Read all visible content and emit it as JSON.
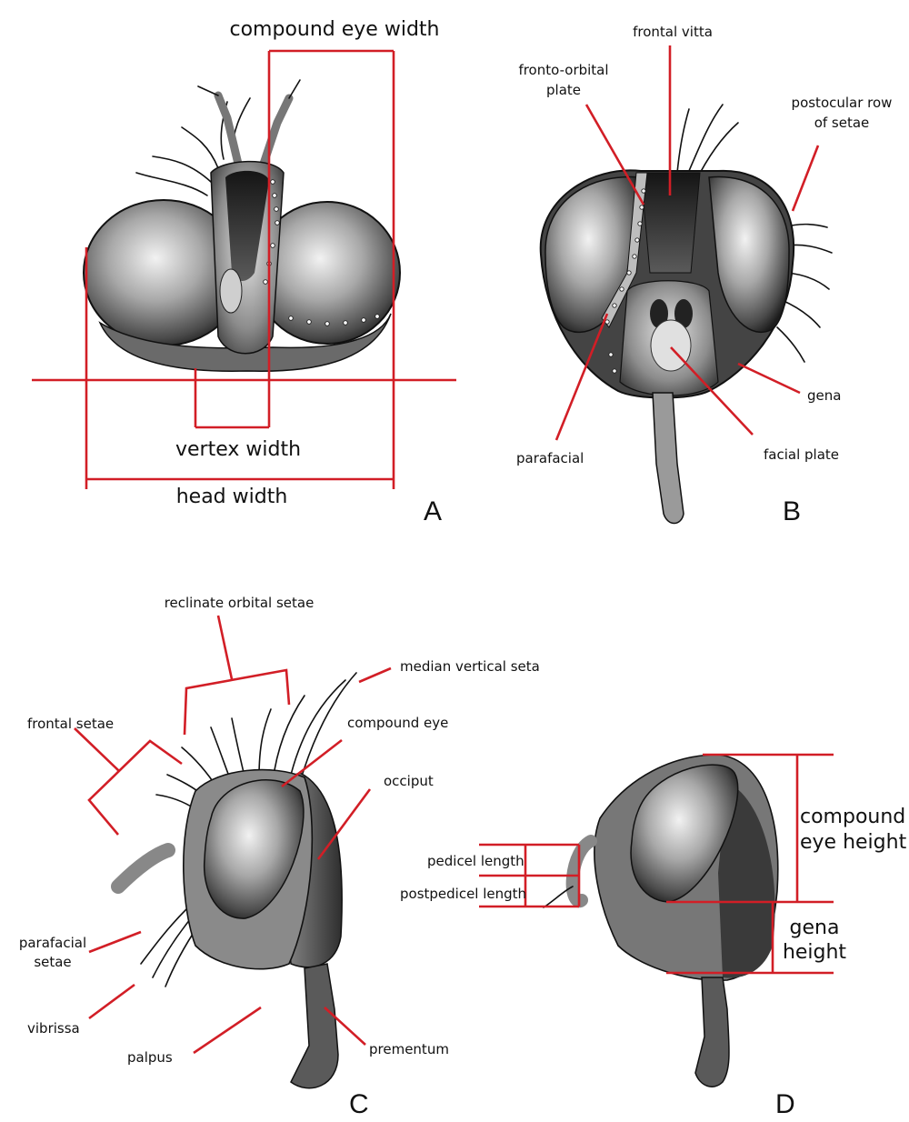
{
  "panels": {
    "a": {
      "letter": "A",
      "labels": {
        "compound_eye_width": "compound eye width",
        "vertex_width": "vertex width",
        "head_width": "head width"
      }
    },
    "b": {
      "letter": "B",
      "labels": {
        "frontal_vitta": "frontal vitta",
        "fronto_orbital_1": "fronto-orbital",
        "fronto_orbital_2": "plate",
        "postocular_1": "postocular row",
        "postocular_2": "of setae",
        "gena": "gena",
        "facial_plate": "facial plate",
        "parafacial": "parafacial"
      }
    },
    "c": {
      "letter": "C",
      "labels": {
        "reclinate_orbital_setae": "reclinate orbital setae",
        "median_vertical_seta": "median vertical seta",
        "frontal_setae": "frontal setae",
        "compound_eye": "compound eye",
        "occiput": "occiput",
        "parafacial_setae_1": "parafacial",
        "parafacial_setae_2": "setae",
        "vibrissa": "vibrissa",
        "palpus": "palpus",
        "prementum": "prementum"
      }
    },
    "d": {
      "letter": "D",
      "labels": {
        "pedicel_length": "pedicel length",
        "postpedicel_length": "postpedicel length",
        "compound_eye_height_1": "compound",
        "compound_eye_height_2": "eye height",
        "gena_height_1": "gena",
        "gena_height_2": "height"
      }
    }
  },
  "colors": {
    "annotation": "#d21e26",
    "ink": "#111111"
  }
}
